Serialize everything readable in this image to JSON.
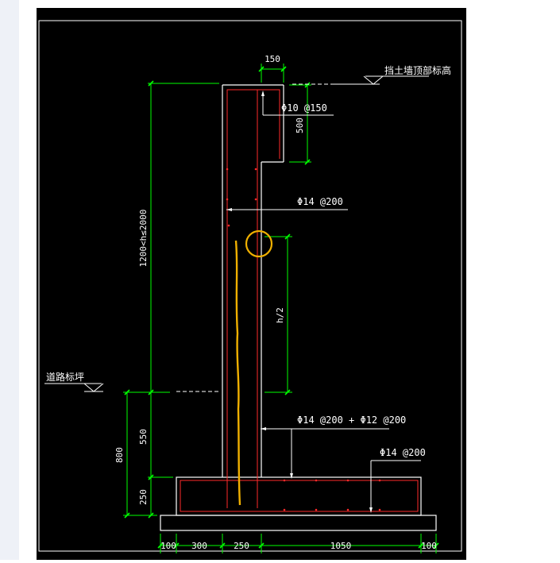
{
  "colors": {
    "background": "#000000",
    "page": "#ffffff",
    "dimension": "#00ff00",
    "outline": "#ffffff",
    "rebar": "#ff2a2a",
    "annotation": "#ffffff",
    "highlight": "#f0b000"
  },
  "labels": {
    "top_elevation": "挡土墙顶部标高",
    "road_level": "道路标坪",
    "rebar_top": "Φ10 @150",
    "rebar_wall": "Φ14 @200",
    "rebar_lower": "Φ14 @200 + Φ12 @200",
    "rebar_base": "Φ14 @200"
  },
  "dimensions": {
    "top_width": "150",
    "top_depth": "500",
    "wall_height": "1200<h≤2000",
    "half_height": "h/2",
    "embed_800": "800",
    "embed_550": "550",
    "embed_250": "250",
    "bottom": [
      "100",
      "300",
      "250",
      "1050",
      "100"
    ]
  }
}
